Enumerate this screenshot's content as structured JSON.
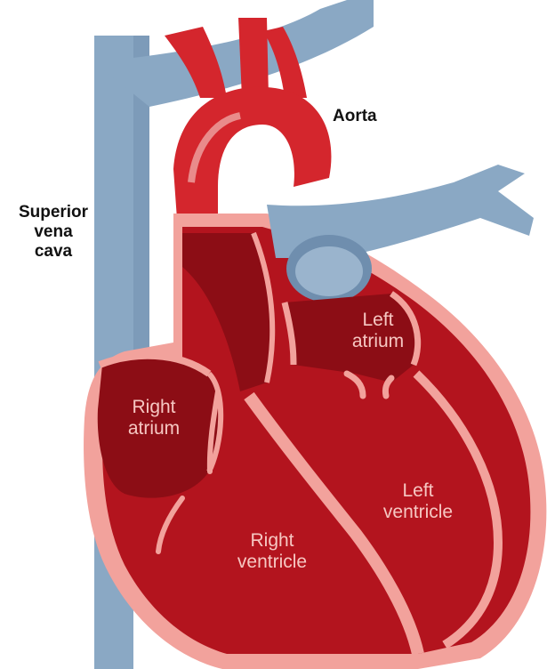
{
  "colors": {
    "vein_blue": "#8aa8c4",
    "vein_blue_dark": "#6f8eae",
    "artery_red": "#d4262d",
    "heart_red": "#b3141e",
    "chamber_dark": "#8c0d15",
    "wall_pink": "#f2a29c",
    "label_pink": "#f6c7c2",
    "label_black": "#111111"
  },
  "labels": {
    "aorta": "Aorta",
    "svc": [
      "Superior",
      "vena",
      "cava"
    ],
    "left_atrium": [
      "Left",
      "atrium"
    ],
    "right_atrium": [
      "Right",
      "atrium"
    ],
    "left_ventricle": [
      "Left",
      "ventricle"
    ],
    "right_ventricle": [
      "Right",
      "ventricle"
    ]
  }
}
